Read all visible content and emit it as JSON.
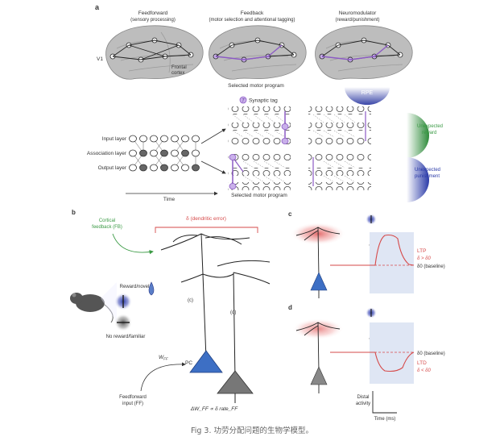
{
  "panels": {
    "a": {
      "letter": "a",
      "brain_titles": [
        {
          "title": "Feedforward",
          "sub": "(sensory processing)"
        },
        {
          "title": "Feedback",
          "sub": "(motor selection and attentional tagging)"
        },
        {
          "title": "Neuromodulator",
          "sub": "(reward/punishment)"
        }
      ],
      "v1": "V1",
      "frontal": "Frontal",
      "cortex": "cortex",
      "selected_motor_program_top": "Selected motor program",
      "rpe": "RPE",
      "synaptic_tag_symbol": "T",
      "synaptic_tag": "Synaptic tag",
      "layers": [
        "Input layer",
        "Association layer",
        "Output layer"
      ],
      "time": "Time",
      "selected_motor_program_bottom": "Selected motor program",
      "unexpected_reward": [
        "Unexpected",
        "reward"
      ],
      "unexpected_punishment": [
        "Unexpected",
        "punishment"
      ]
    },
    "b": {
      "letter": "b",
      "cortical_feedback": [
        "Cortical",
        "feedback (FB)"
      ],
      "dendritic_error": "δ (dendritic error)",
      "reward_novel": "Reward/novel",
      "no_reward": "No reward/familiar",
      "c_label": "(c)",
      "d_label": "(d)",
      "pc": "PC",
      "wff": "W_FF",
      "ff_input": [
        "Feedforward",
        "input (FF)"
      ],
      "equation": "ΔW_FF ∝ δ rate_FF"
    },
    "c": {
      "letter": "c",
      "ltp": "LTP",
      "cond": "δ > δ0",
      "baseline": "δ0 (baseline)"
    },
    "d": {
      "letter": "d",
      "baseline": "δ0 (baseline)",
      "ltd": "LTD",
      "cond": "δ < δ0",
      "y_axis": [
        "Distal",
        "activity"
      ],
      "x_axis": "Time (ms)"
    }
  },
  "caption": "Fig 3. 功劳分配问题的生物学模型。",
  "colors": {
    "purple": "#8c5bc4",
    "green": "#3a9a44",
    "blue": "#2a3aa8",
    "red": "#d64a4a",
    "cortex_gray": "#b8b8b8",
    "shade": "#dfe6f4"
  }
}
